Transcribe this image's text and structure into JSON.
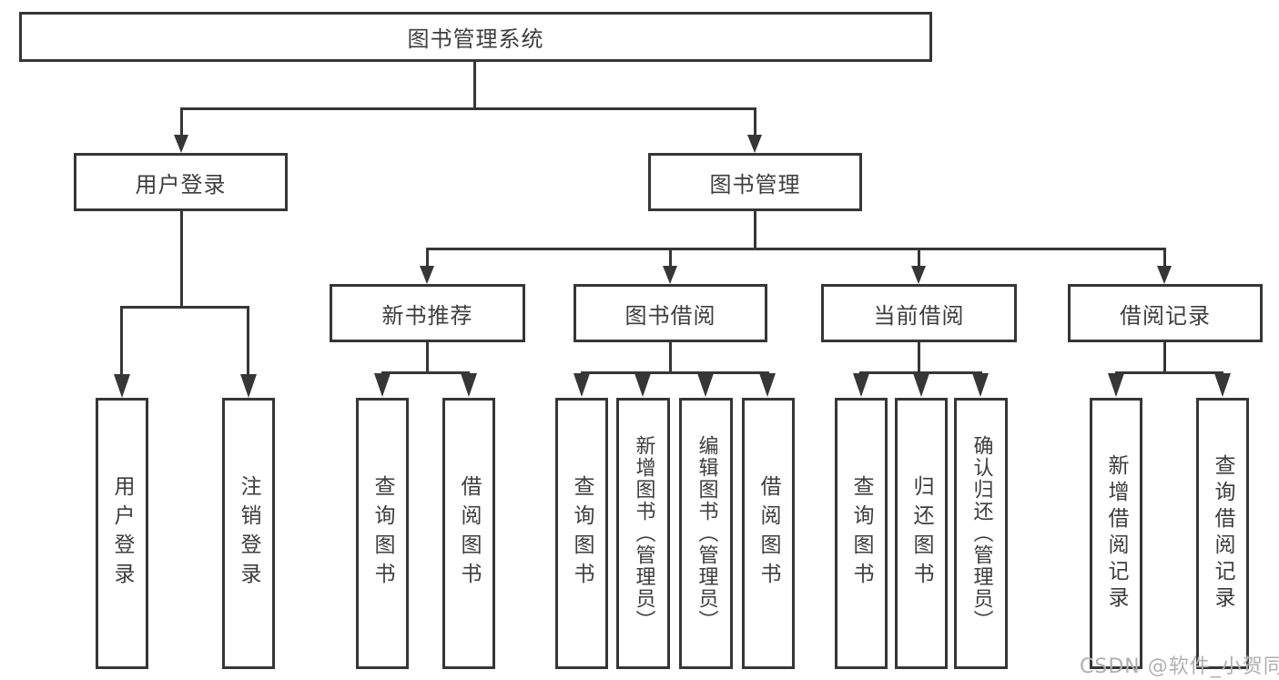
{
  "diagram": {
    "root": "图书管理系统",
    "level2": [
      "用户登录",
      "图书管理"
    ],
    "level3": [
      "新书推荐",
      "图书借阅",
      "当前借阅",
      "借阅记录"
    ],
    "leaves": {
      "user_login": [
        "用户登录",
        "注销登录"
      ],
      "new_book_recommend": [
        "查询图书",
        "借阅图书"
      ],
      "book_borrow": [
        "查询图书",
        "新增图书（管理员）",
        "编辑图书（管理员）",
        "借阅图书"
      ],
      "current_borrow": [
        "查询图书",
        "归还图书",
        "确认归还（管理员）"
      ],
      "borrow_records": [
        "新增借阅记录",
        "查询借阅记录"
      ]
    }
  },
  "watermark": {
    "text": "CSDN @软件_小贺同学"
  },
  "colors": {
    "line": "#363636",
    "text": "#3d3d3d",
    "watermark_gray": "#b0b0b0",
    "background": "#ffffff"
  }
}
